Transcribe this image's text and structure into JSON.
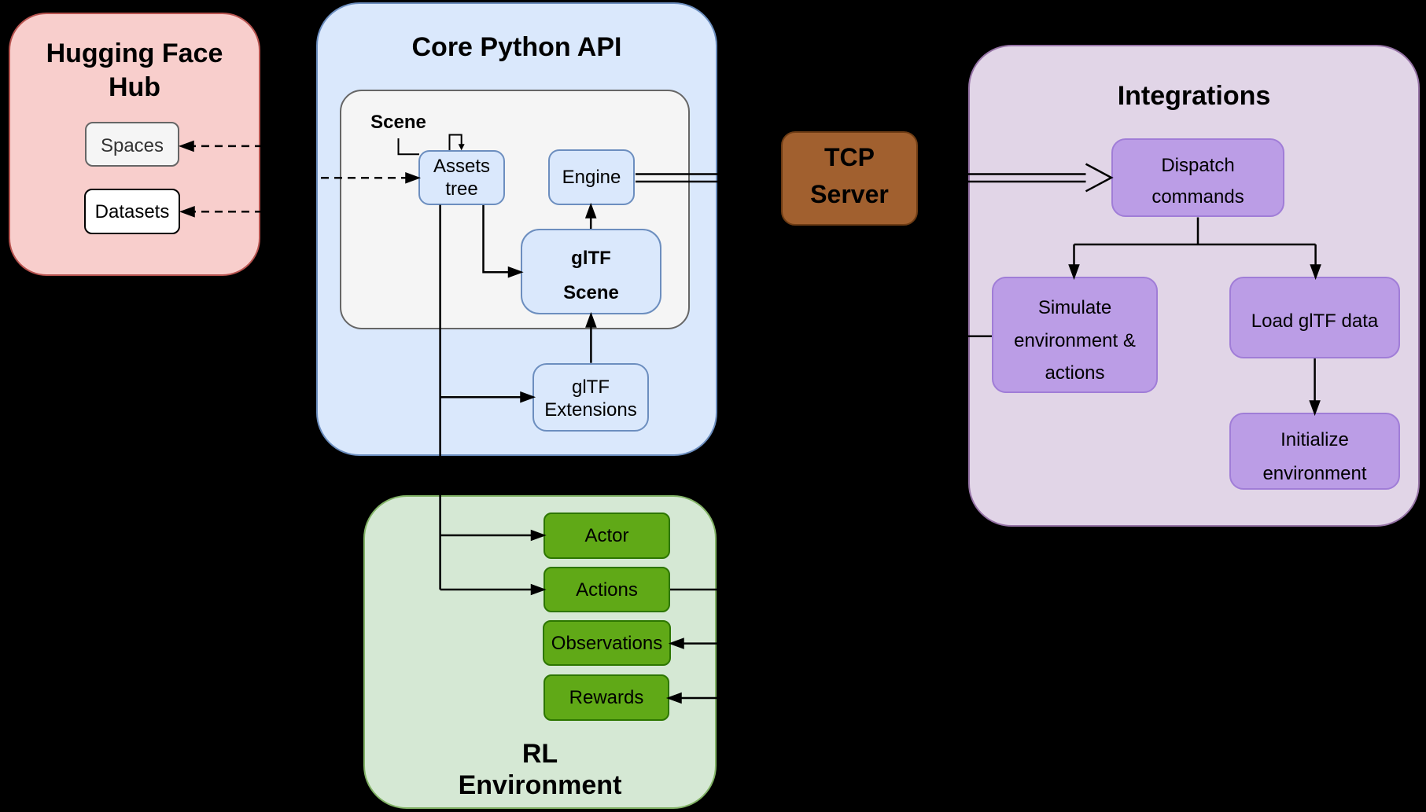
{
  "diagram": {
    "background_color": "#000000",
    "hub": {
      "title": "Hugging Face\nHub",
      "spaces": "Spaces",
      "datasets": "Datasets",
      "fill": "#f8cecc",
      "stroke": "#b85450"
    },
    "core": {
      "title": "Core Python API",
      "scene_label": "Scene",
      "assets_tree": "Assets\ntree",
      "engine": "Engine",
      "gltf_scene": "glTF\nScene",
      "gltf_extensions": "glTF\nExtensions",
      "fill": "#dae8fc",
      "stroke": "#6c8ebf",
      "inner_fill": "#f5f5f5",
      "inner_stroke": "#666666"
    },
    "tcp_server": {
      "label": "TCP\nServer",
      "fill": "#a1602f",
      "stroke": "#6e3c14"
    },
    "integrations": {
      "title": "Integrations",
      "dispatch": "Dispatch\ncommands",
      "simulate": "Simulate\nenvironment &\nactions",
      "load_gltf": "Load glTF data",
      "initialize": "Initialize\nenvironment",
      "fill": "#e1d5e7",
      "stroke": "#9673a6",
      "node_fill": "#bb9de6",
      "node_stroke": "#a07dd7"
    },
    "rl": {
      "title": "RL\nEnvironment",
      "actor": "Actor",
      "actions": "Actions",
      "observations": "Observations",
      "rewards": "Rewards",
      "fill": "#d5e8d4",
      "stroke": "#82b366",
      "node_fill": "#60a917",
      "node_stroke": "#2d7600"
    },
    "edge_color": "#000000"
  }
}
